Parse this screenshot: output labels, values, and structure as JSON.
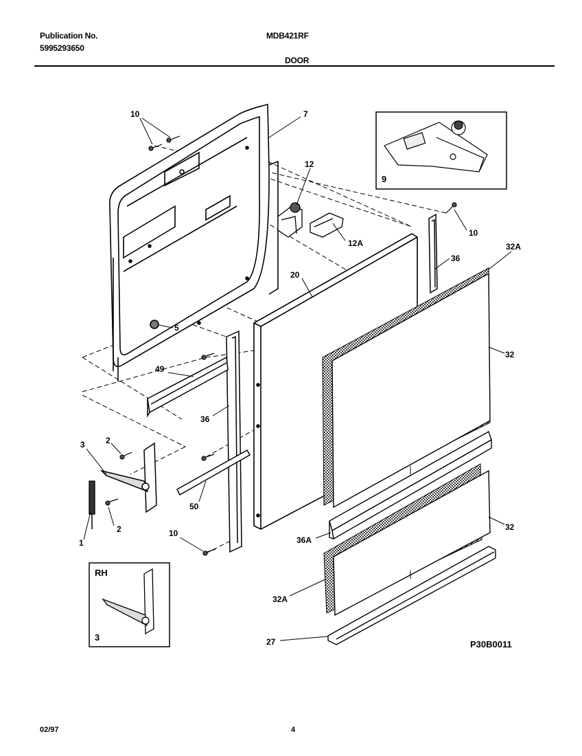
{
  "header": {
    "publication_label": "Publication No.",
    "publication_number": "5995293650",
    "model": "MDB421RF",
    "section": "DOOR"
  },
  "footer": {
    "date": "02/97",
    "page": "4"
  },
  "diagram": {
    "drawing_code": "P30B0011",
    "inset_rh_label": "RH",
    "inset_rh_part": "3",
    "inset_dispenser_part": "9",
    "callouts": {
      "c10_top": "10",
      "c7": "7",
      "c12": "12",
      "c12a": "12A",
      "c10_right": "10",
      "c32a_top": "32A",
      "c36_right": "36",
      "c20": "20",
      "c32_top": "32",
      "c5": "5",
      "c49": "49",
      "c36_left": "36",
      "c3": "3",
      "c2_top": "2",
      "c50": "50",
      "c2_bottom": "2",
      "c1": "1",
      "c10_bottom": "10",
      "c36a": "36A",
      "c32_bottom": "32",
      "c32a_bottom": "32A",
      "c27": "27"
    }
  }
}
